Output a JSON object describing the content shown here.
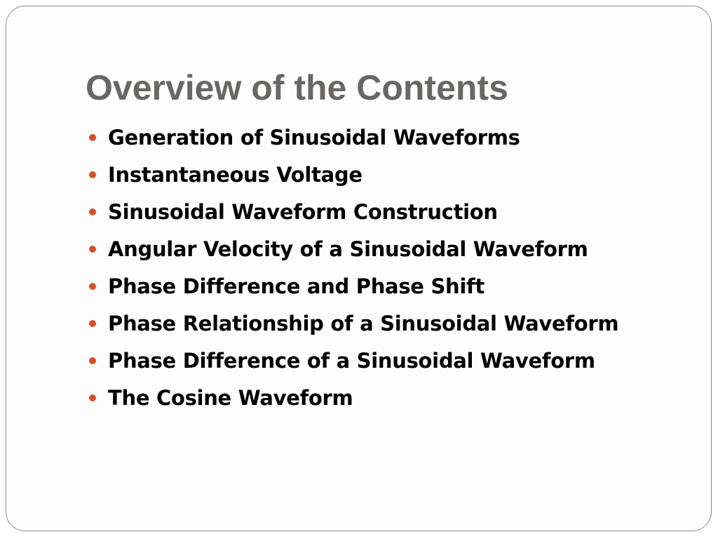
{
  "slide": {
    "title": "Overview of the Contents",
    "bullet_color": "#d2532b",
    "items": [
      {
        "label": "Generation of Sinusoidal Waveforms"
      },
      {
        "label": "Instantaneous Voltage"
      },
      {
        "label": "Sinusoidal Waveform Construction"
      },
      {
        "label": "Angular Velocity of a Sinusoidal Waveform"
      },
      {
        "label": "Phase Difference and Phase Shift"
      },
      {
        "label": "Phase Relationship of a Sinusoidal Waveform"
      },
      {
        "label": "Phase Difference of a Sinusoidal Waveform"
      },
      {
        "label": "The Cosine Waveform"
      }
    ]
  }
}
